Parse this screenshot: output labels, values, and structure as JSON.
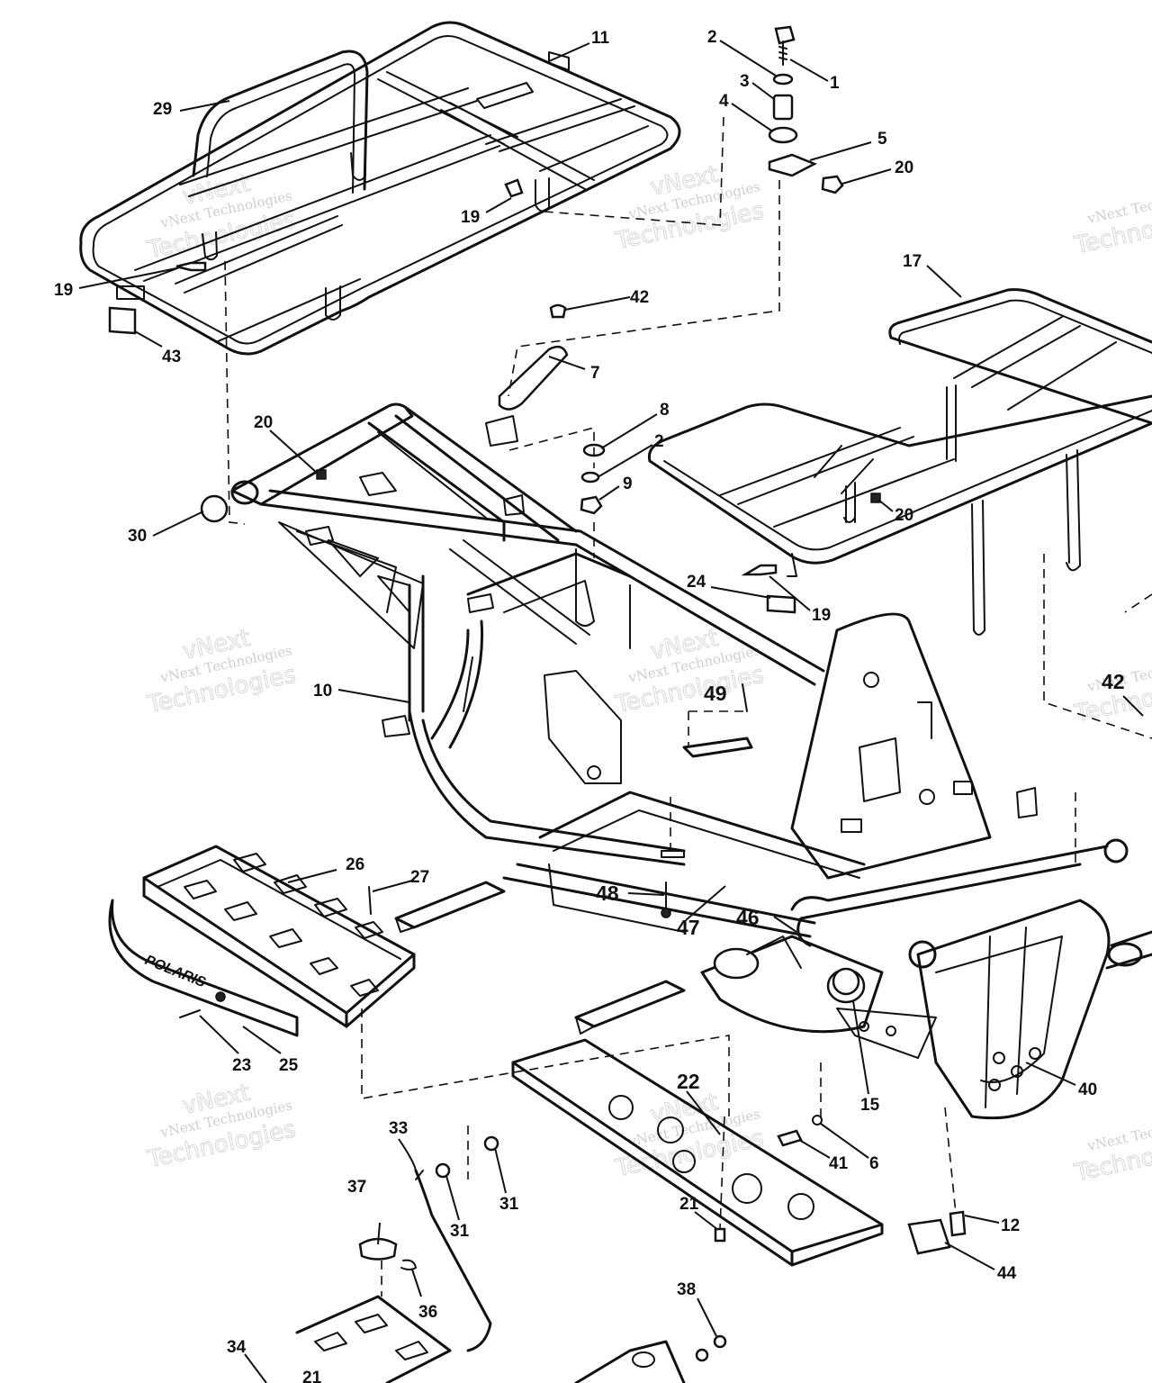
{
  "callouts": {
    "c1": "1",
    "c2a": "2",
    "c2b": "2",
    "c3": "3",
    "c4": "4",
    "c5": "5",
    "c6": "6",
    "c7": "7",
    "c8": "8",
    "c9": "9",
    "c10": "10",
    "c11": "11",
    "c12": "12",
    "c15": "15",
    "c17": "17",
    "c19a": "19",
    "c19b": "19",
    "c19c": "19",
    "c20a": "20",
    "c20b": "20",
    "c20c": "20",
    "c21a": "21",
    "c21b": "21",
    "c22": "22",
    "c23": "23",
    "c24": "24",
    "c25": "25",
    "c26": "26",
    "c27": "27",
    "c29": "29",
    "c30": "30",
    "c31a": "31",
    "c31b": "31",
    "c33": "33",
    "c34": "34",
    "c36": "36",
    "c37": "37",
    "c38": "38",
    "c40": "40",
    "c41": "41",
    "c42a": "42",
    "c42b": "42",
    "c43": "43",
    "c44": "44",
    "c46": "46",
    "c47": "47",
    "c48": "48",
    "c49": "49"
  },
  "brand_plate": "POLARIS",
  "watermark": {
    "line1": "vNext Technologies",
    "line2": "vNext",
    "line3": "Technologies"
  },
  "colors": {
    "ink": "#111111",
    "paper": "#ffffff",
    "watermark": "#cfcfcf"
  }
}
